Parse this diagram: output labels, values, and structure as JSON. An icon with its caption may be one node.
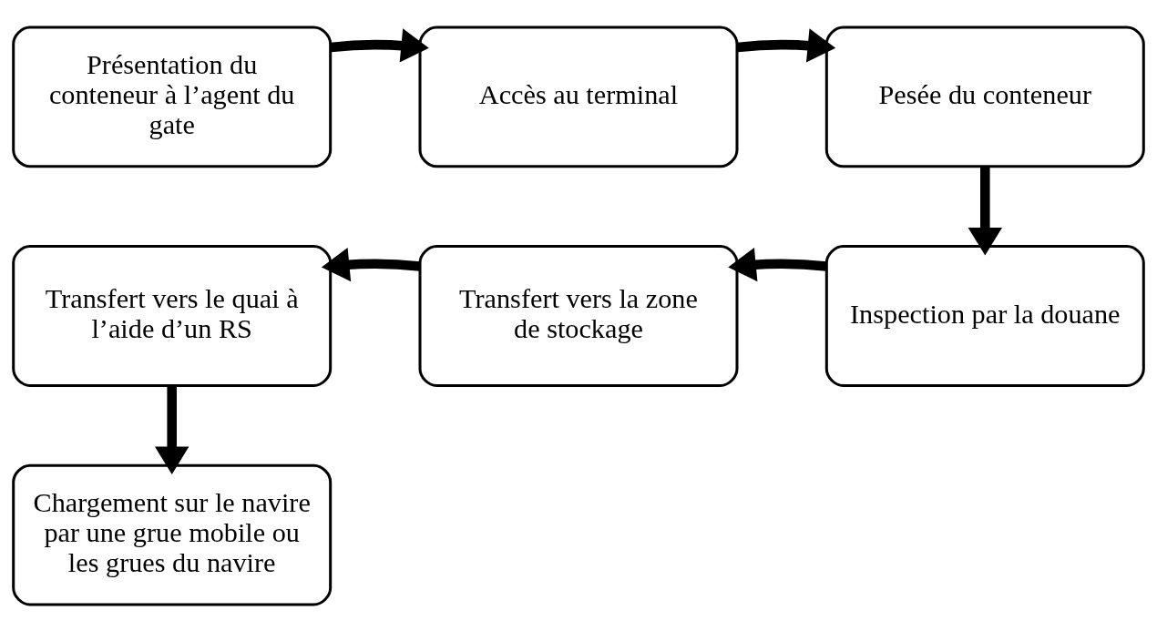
{
  "diagram": {
    "nodes": [
      {
        "text": [
          "Présentation du conteneur à l’agent du gate"
        ]
      },
      {
        "text": [
          "Accès au terminal"
        ]
      },
      {
        "text": [
          "Pesée du conteneur"
        ]
      },
      {
        "text": [
          "Inspection par la douane"
        ]
      },
      {
        "text": [
          "Transfert vers la zone de stockage"
        ]
      },
      {
        "text": [
          "Transfert vers le quai à l’aide d’un RS"
        ]
      },
      {
        "text": [
          "Chargement sur le navire par une grue mobile ou les grues du navire"
        ]
      }
    ],
    "edges": [
      {
        "from": 0,
        "to": 1,
        "arrow": "to"
      },
      {
        "from": 1,
        "to": 2,
        "arrow": "to"
      },
      {
        "from": 2,
        "to": 3,
        "arrow": "to"
      },
      {
        "from": 3,
        "to": 4,
        "arrow": "to"
      },
      {
        "from": 4,
        "to": 5,
        "arrow": "to"
      },
      {
        "from": 5,
        "to": 6,
        "arrow": "to"
      }
    ]
  }
}
